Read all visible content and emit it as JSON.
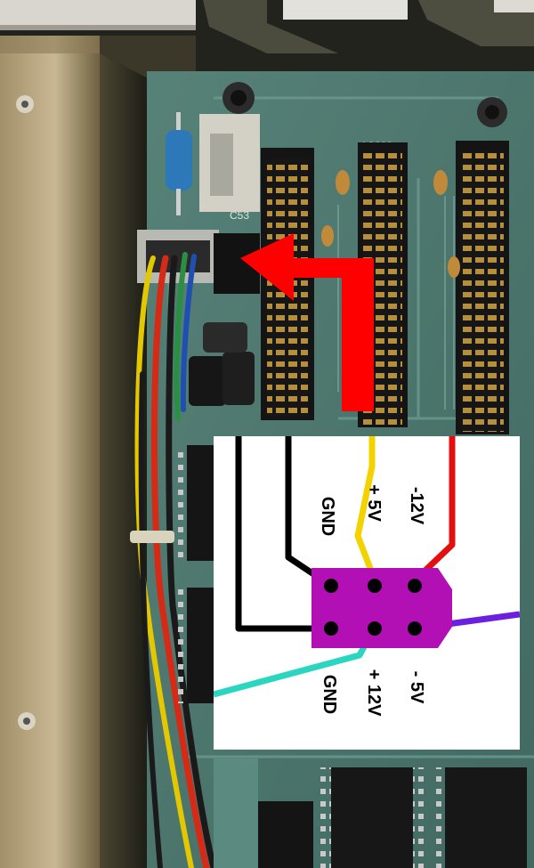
{
  "photo": {
    "board_print": {
      "header_label": "AS232",
      "jumper_label": "C53"
    }
  },
  "pinout": {
    "pins": [
      {
        "id": "gnd-top",
        "label": "GND",
        "wire_color": "#000000"
      },
      {
        "id": "plus-5v",
        "label": "+ 5V",
        "wire_color": "#f4d200"
      },
      {
        "id": "minus-12v",
        "label": "-12V",
        "wire_color": "#e40f0f"
      },
      {
        "id": "gnd-bottom",
        "label": "GND",
        "wire_color": "#000000"
      },
      {
        "id": "plus-12v",
        "label": "+ 12V",
        "wire_color": "#2ad6c0"
      },
      {
        "id": "minus-5v",
        "label": "- 5V",
        "wire_color": "#6d1fe0"
      }
    ],
    "connector_color": "#b20fb4",
    "arrow_color": "#ff0000"
  }
}
